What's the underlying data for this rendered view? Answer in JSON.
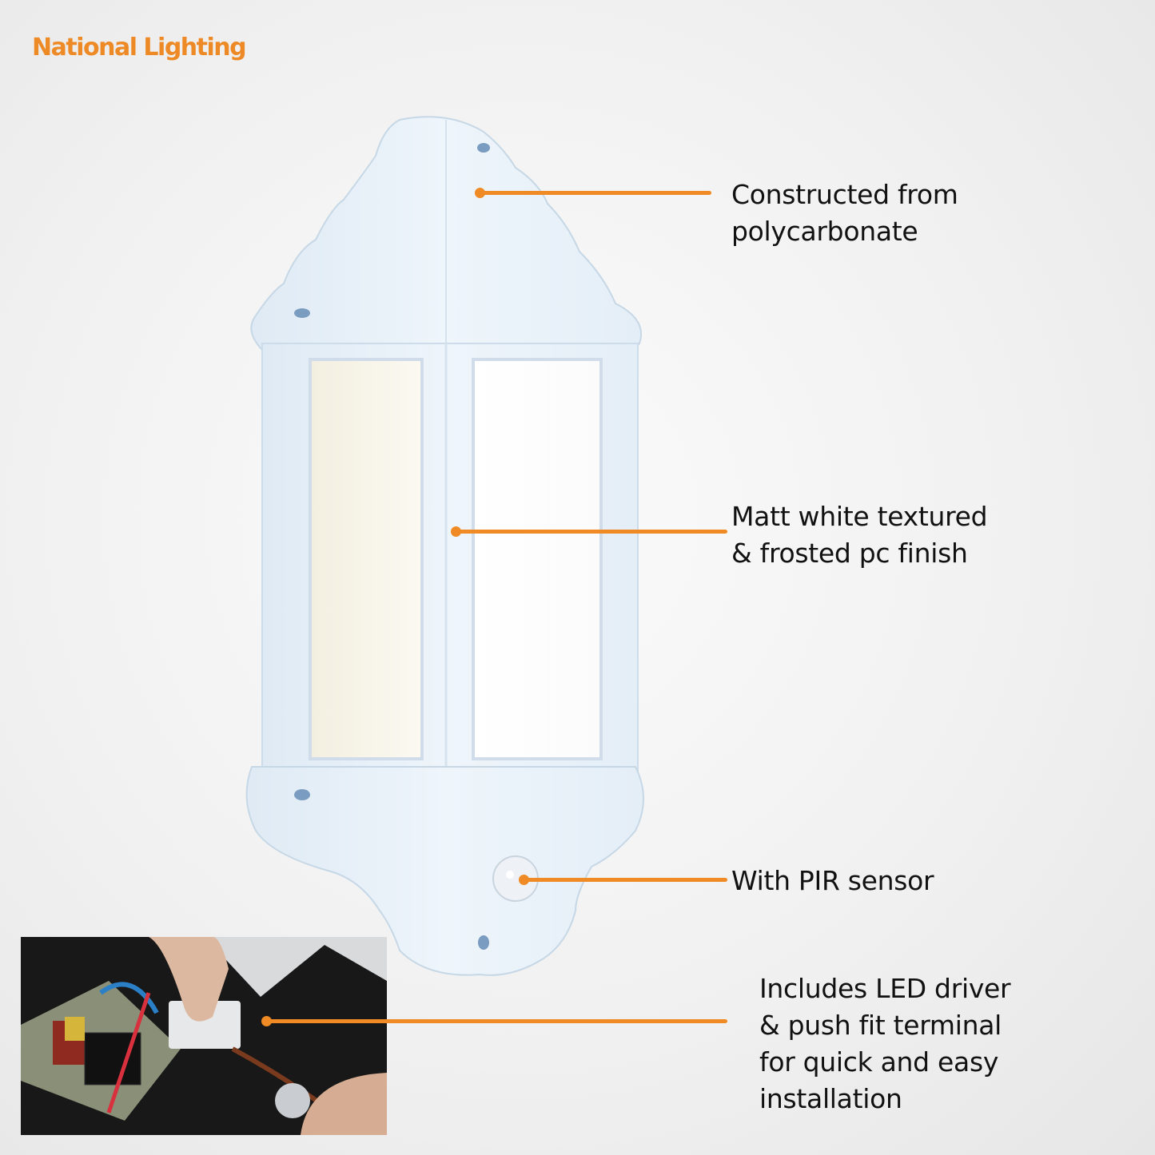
{
  "brand": {
    "logo_text": "National Lighting",
    "accent_color": "#f08a24"
  },
  "product": {
    "name": "White half lantern wall light with PIR sensor"
  },
  "callouts": [
    {
      "id": "material",
      "lines": [
        "Constructed from",
        "polycarbonate"
      ]
    },
    {
      "id": "finish",
      "lines": [
        "Matt white textured",
        "& frosted pc finish"
      ]
    },
    {
      "id": "sensor",
      "lines": [
        "With PIR sensor"
      ]
    },
    {
      "id": "driver",
      "lines": [
        "Includes LED driver",
        "& push fit terminal",
        "for quick and easy",
        "installation"
      ]
    }
  ],
  "inset": {
    "description": "Close-up of LED driver board and push fit terminal being wired"
  }
}
